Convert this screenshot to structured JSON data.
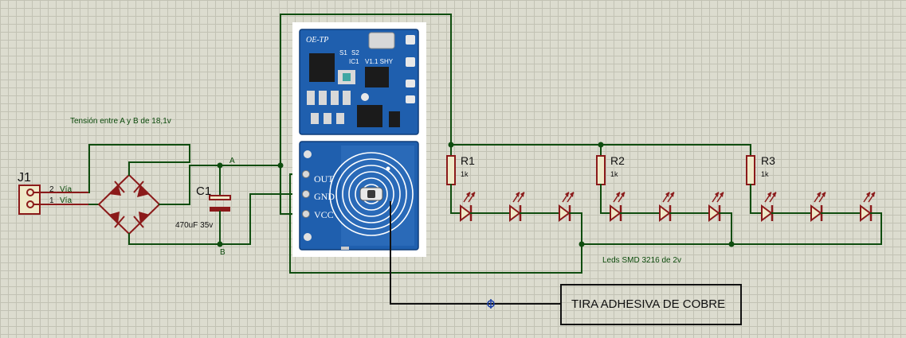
{
  "connector": {
    "ref": "J1",
    "pin2": "2",
    "pin2_name": "Vía",
    "pin1": "1",
    "pin1_name": "Vía"
  },
  "capacitor": {
    "ref": "C1",
    "value": "470uF 35v"
  },
  "nodes": {
    "a": "A",
    "b": "B"
  },
  "notes": {
    "voltage": "Tensión entre A y B de 18,1v",
    "leds": "Leds SMD 3216 de 2v"
  },
  "resistors": [
    {
      "ref": "R1",
      "value": "1k"
    },
    {
      "ref": "R2",
      "value": "1k"
    },
    {
      "ref": "R3",
      "value": "1k"
    }
  ],
  "module": {
    "top_board": "OE-TP",
    "silk_s1": "S1",
    "silk_s2": "S2",
    "silk_ic": "IC1",
    "silk_ver": "V1.1 SHY",
    "pins": [
      "OUT",
      "GND",
      "VCC"
    ]
  },
  "copper_label": "TIRA ADHESIVA DE COBRE",
  "colors": {
    "wire": "#0f4d0f",
    "component": "#8b1a1a",
    "pcb": "#1f5fae"
  }
}
